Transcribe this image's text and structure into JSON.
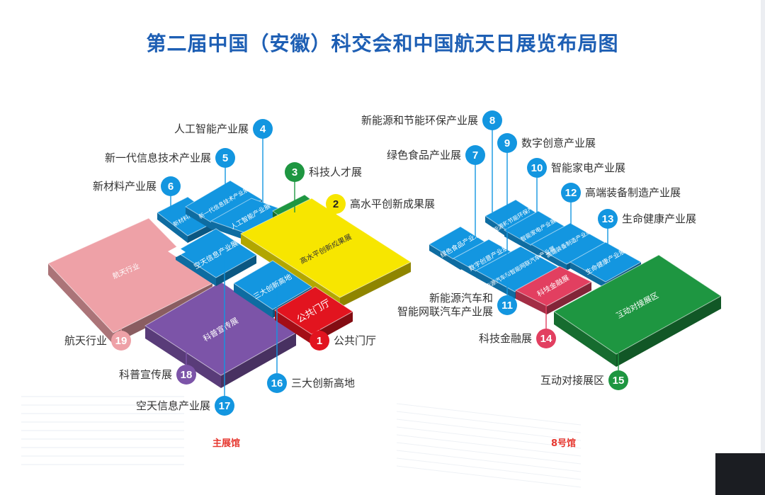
{
  "title": "第二届中国（安徽）科交会和中国航天日展览布局图",
  "colors": {
    "title": "#1e5fb4",
    "blue": "#1396e0",
    "yellow": "#f7e600",
    "green": "#1e9641",
    "red": "#e2141f",
    "pink": "#eea1a7",
    "purple": "#7c54a8",
    "crimson": "#e23f60",
    "hall_label": "#e6372f"
  },
  "halls": {
    "main": "主展馆",
    "hall8": "8号馆"
  },
  "callouts": [
    {
      "id": "c1",
      "num": "1",
      "text": "公共门厅",
      "color": "#e2141f"
    },
    {
      "id": "c2",
      "num": "2",
      "text": "高水平创新成果展",
      "color": "#f7e600"
    },
    {
      "id": "c3",
      "num": "3",
      "text": "科技人才展",
      "color": "#1e9641"
    },
    {
      "id": "c4",
      "num": "4",
      "text": "人工智能产业展",
      "color": "#1396e0"
    },
    {
      "id": "c5",
      "num": "5",
      "text": "新一代信息技术产业展",
      "color": "#1396e0"
    },
    {
      "id": "c6",
      "num": "6",
      "text": "新材料产业展",
      "color": "#1396e0"
    },
    {
      "id": "c7",
      "num": "7",
      "text": "绿色食品产业展",
      "color": "#1396e0"
    },
    {
      "id": "c8",
      "num": "8",
      "text": "新能源和节能环保产业展",
      "color": "#1396e0"
    },
    {
      "id": "c9",
      "num": "9",
      "text": "数字创意产业展",
      "color": "#1396e0"
    },
    {
      "id": "c10",
      "num": "10",
      "text": "智能家电产业展",
      "color": "#1396e0"
    },
    {
      "id": "c11",
      "num": "11",
      "text": "新能源汽车和",
      "text2": "智能网联汽车产业展",
      "color": "#1396e0"
    },
    {
      "id": "c12",
      "num": "12",
      "text": "高端装备制造产业展",
      "color": "#1396e0"
    },
    {
      "id": "c13",
      "num": "13",
      "text": "生命健康产业展",
      "color": "#1396e0"
    },
    {
      "id": "c14",
      "num": "14",
      "text": "科技金融展",
      "color": "#e23f60"
    },
    {
      "id": "c15",
      "num": "15",
      "text": "互动对接展区",
      "color": "#1e9641"
    },
    {
      "id": "c16",
      "num": "16",
      "text": "三大创新高地",
      "color": "#1396e0"
    },
    {
      "id": "c17",
      "num": "17",
      "text": "空天信息产业展",
      "color": "#1396e0"
    },
    {
      "id": "c18",
      "num": "18",
      "text": "科普宣传展",
      "color": "#7c54a8"
    },
    {
      "id": "c19",
      "num": "19",
      "text": "航天行业",
      "color": "#eea1a7"
    }
  ],
  "blocks": {
    "main": [
      {
        "id": "b-aerospace",
        "label": "航天行业",
        "color": "#eea1a7"
      },
      {
        "id": "b-science-pop",
        "label": "科普宣传展",
        "color": "#7c54a8"
      },
      {
        "id": "b-space-info",
        "label": "空天信息产业展",
        "color": "#1396e0"
      },
      {
        "id": "b-three-innov",
        "label": "三大创新高地",
        "color": "#1396e0"
      },
      {
        "id": "b-lobby",
        "label": "公共门厅",
        "color": "#e2141f"
      },
      {
        "id": "b-innovation",
        "label": "高水平创新成果展",
        "color": "#f7e600"
      },
      {
        "id": "b-talent",
        "label": "科技人才展",
        "color": "#1e9641"
      },
      {
        "id": "b-new-material",
        "label": "新材料产业展",
        "color": "#1396e0"
      },
      {
        "id": "b-new-it",
        "label": "新一代信息技术产业展",
        "color": "#1396e0"
      },
      {
        "id": "b-ai",
        "label": "人工智能产业展",
        "color": "#1396e0"
      }
    ],
    "hall8": [
      {
        "id": "b-green-food",
        "label": "绿色食品产业展",
        "color": "#1396e0"
      },
      {
        "id": "b-new-energy",
        "label": "新能源和节能环保产业展",
        "color": "#1396e0"
      },
      {
        "id": "b-digital",
        "label": "数字创意产业展",
        "color": "#1396e0"
      },
      {
        "id": "b-appliance",
        "label": "智能家电产业展",
        "color": "#1396e0"
      },
      {
        "id": "b-ev",
        "label": "新能源汽车和智能网联汽车产业展",
        "color": "#1396e0"
      },
      {
        "id": "b-equip",
        "label": "高端装备制造产业展",
        "color": "#1396e0"
      },
      {
        "id": "b-health",
        "label": "生命健康产业展",
        "color": "#1396e0"
      },
      {
        "id": "b-finance",
        "label": "科技金融展",
        "color": "#e23f60"
      },
      {
        "id": "b-interact",
        "label": "互动对接展区",
        "color": "#1e9641"
      }
    ]
  }
}
